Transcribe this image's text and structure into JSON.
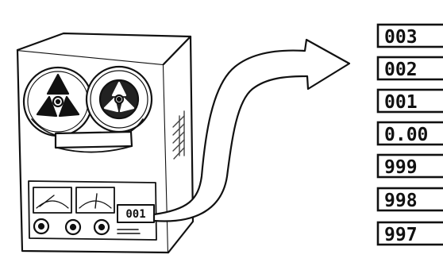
{
  "recorder": {
    "tape_counter": "001",
    "icons": [
      "tape-recorder-icon",
      "reel-icon",
      "vu-meter-icon",
      "knob-icon"
    ]
  },
  "counter_stack": {
    "readings": [
      "003",
      "002",
      "001",
      "0.00",
      "999",
      "998",
      "997"
    ]
  },
  "colors": {
    "ink": "#111111",
    "paper": "#ffffff",
    "hatch": "#444444"
  }
}
